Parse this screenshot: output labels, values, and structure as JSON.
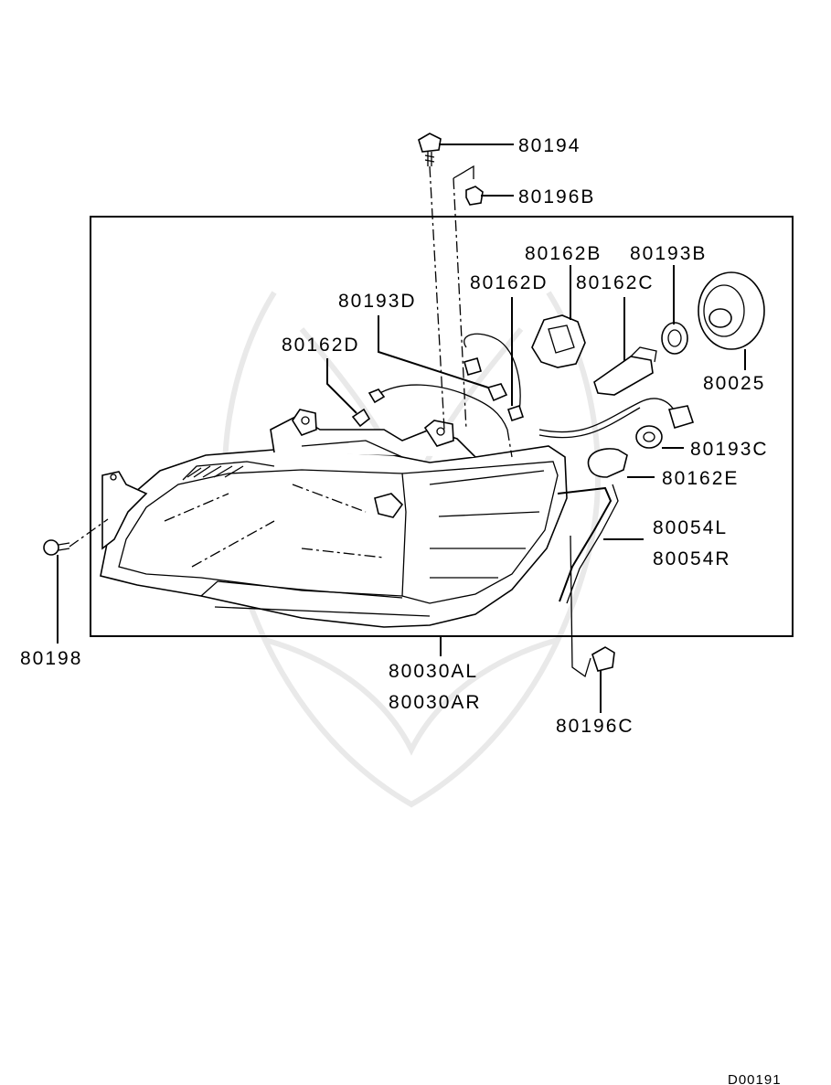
{
  "diagram": {
    "code": "D00191",
    "labels": {
      "p80194": "80194",
      "p80196B": "80196B",
      "p80162B": "80162B",
      "p80193B": "80193B",
      "p80162D_top": "80162D",
      "p80162C": "80162C",
      "p80193D": "80193D",
      "p80162D_left": "80162D",
      "p80025": "80025",
      "p80193C": "80193C",
      "p80162E": "80162E",
      "p80054L": "80054L",
      "p80054R": "80054R",
      "p80198": "80198",
      "p80030AL": "80030AL",
      "p80030AR": "80030AR",
      "p80196C": "80196C"
    }
  }
}
